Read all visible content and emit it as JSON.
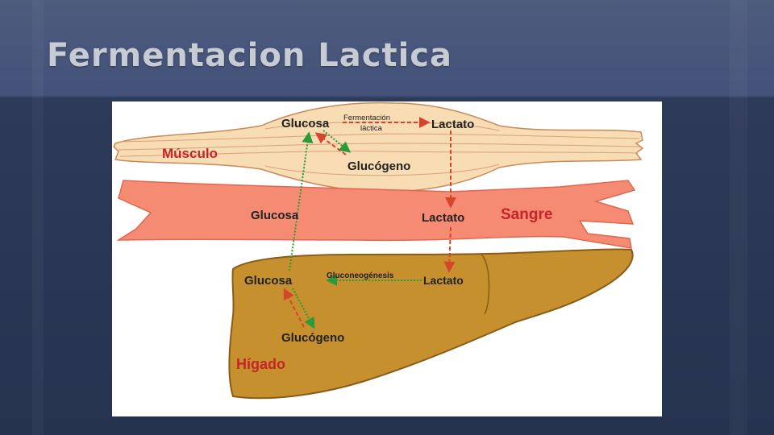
{
  "slide": {
    "title": "Fermentacion Lactica"
  },
  "diagram": {
    "organs": {
      "muscle": "Músculo",
      "blood": "Sangre",
      "liver": "Hígado"
    },
    "muscle": {
      "glucose": "Glucosa",
      "lactate": "Lactato",
      "glycogen": "Glucógeno",
      "process_line1": "Fermentación",
      "process_line2": "láctica"
    },
    "blood": {
      "glucose": "Glucosa",
      "lactate": "Lactato"
    },
    "liver": {
      "glucose": "Glucosa",
      "lactate": "Lactato",
      "glycogen": "Glucógeno",
      "process": "Gluconeogénesis"
    },
    "colors": {
      "muscle_fill": "#f8dcb3",
      "blood_fill": "#f58b73",
      "liver_fill": "#c6902f",
      "organ_label": "#c4242a",
      "arrow_red": "#d7442c",
      "arrow_green": "#2a9a3a"
    }
  }
}
